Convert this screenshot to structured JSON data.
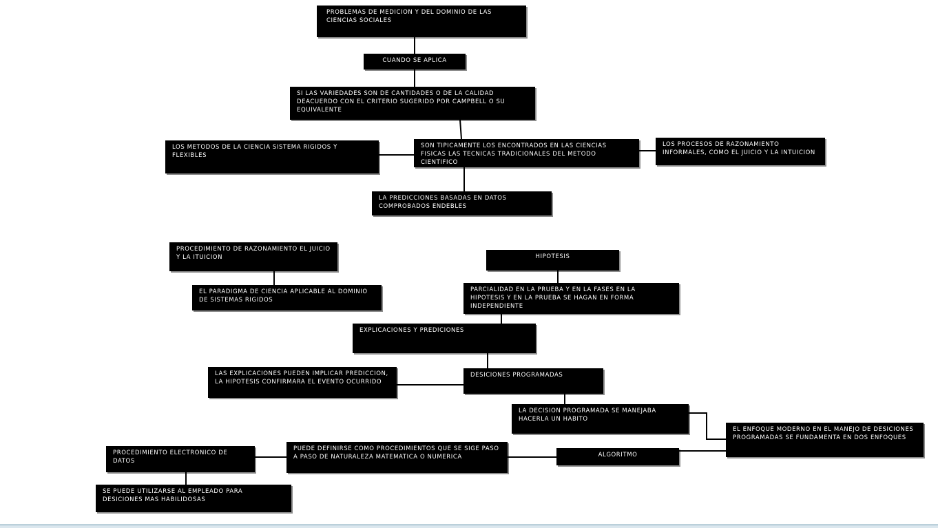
{
  "nodes": {
    "n01": "PROBLEMAS DE MEDICION Y DEL DOMINIO DE LAS CIENCIAS SOCIALES",
    "n02": "CUANDO SE APLICA",
    "n03": "SI LAS VARIEDADES SON DE CANTIDADES O DE LA CALIDAD DEACUERDO CON EL CRITERIO SUGERIDO POR CAMPBELL O SU EQUIVALENTE",
    "n04": "SON TIPICAMENTE LOS ENCONTRADOS EN LAS CIENCIAS FISICAS LAS TECNICAS TRADICIONALES DEL METODO CIENTIFICO",
    "n05": "LOS METODOS DE LA CIENCIA SISTEMA RIGIDOS Y FLEXIBLES",
    "n06": "LOS PROCESOS DE RAZONAMIENTO INFORMALES, COMO EL JUICIO Y LA INTUICION",
    "n07": "LA PREDICCIONES BASADAS EN DATOS COMPROBADOS ENDEBLES",
    "n08": "PROCEDIMIENTO DE RAZONAMIENTO EL JUICIO Y LA ITUICION",
    "n09": "EL PARADIGMA DE CIENCIA APLICABLE AL DOMINIO DE SISTEMAS RIGIDOS",
    "n10": "HIPOTESIS",
    "n11": "PARCIALIDAD EN LA PRUEBA Y EN LA FASES EN LA HIPOTESIS Y EN LA PRUEBA SE HAGAN EN FORMA INDEPENDIENTE",
    "n12": "EXPLICACIONES Y PREDICIONES",
    "n13": "DESICIONES PROGRAMADAS",
    "n14": "LAS EXPLICACIONES PUEDEN IMPLICAR PREDICCION, LA HIPOTESIS CONFIRMARA EL EVENTO OCURRIDO",
    "n15": "LA DECISION PROGRAMADA SE MANEJABA HACERLA UN HABITO",
    "n16": "EL ENFOQUE MODERNO EN EL MANEJO DE DESICIONES PROGRAMADAS SE FUNDAMENTA EN DOS ENFOQUES",
    "n17": "ALGORITMO",
    "n18": "PUEDE DEFINIRSE COMO PROCEDIMIENTOS QUE SE SIGE PASO A PASO DE NATURALEZA MATEMATICA O NUMERICA",
    "n19": "PROCEDIMIENTO ELECTRONICO DE DATOS",
    "n20": "SE PUEDE UTILIZARSE AL EMPLEADO PARA DESICIONES MAS HABILIDOSAS"
  },
  "colors": {
    "node_fill": "#000000",
    "node_text": "#ffffff",
    "connector": "#000000",
    "bottom_rule": "#5b8fa6"
  }
}
